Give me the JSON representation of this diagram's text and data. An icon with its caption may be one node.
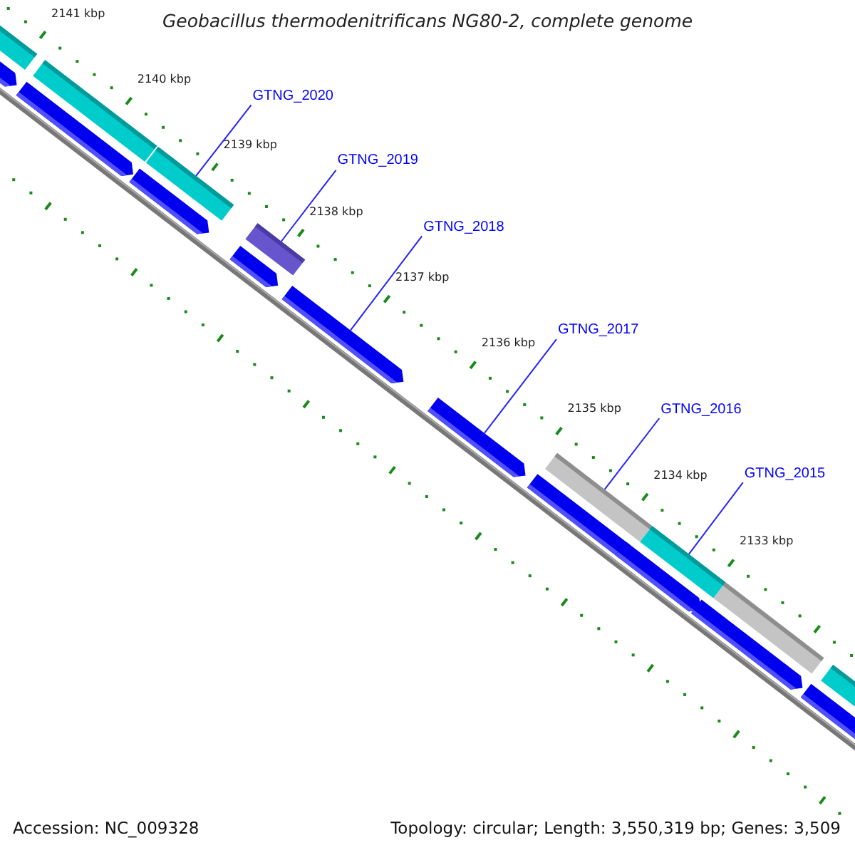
{
  "diagram": {
    "title": "Geobacillus thermodenitrificans NG80-2, complete genome",
    "nodes": [
      {
        "text": [
          "GTNG_2020"
        ]
      },
      {
        "text": [
          "GTNG_2019"
        ]
      },
      {
        "text": [
          "GTNG_2018"
        ]
      },
      {
        "text": [
          "GTNG_2017"
        ]
      },
      {
        "text": [
          "GTNG_2016"
        ]
      },
      {
        "text": [
          "GTNG_2015"
        ]
      },
      {
        "text": [],
        "shape": "bar"
      },
      {
        "text": [],
        "shape": "arrow"
      },
      {
        "text": [],
        "shape": "arrow"
      },
      {
        "text": [],
        "shape": "bar"
      },
      {
        "text": [],
        "shape": "arrow"
      },
      {
        "text": [],
        "shape": "bar"
      },
      {
        "text": [],
        "shape": "bar"
      },
      {
        "text": [],
        "shape": "arrow"
      },
      {
        "text": [],
        "shape": "arrow"
      },
      {
        "text": [],
        "shape": "arrow"
      },
      {
        "text": [],
        "shape": "bar"
      },
      {
        "text": [],
        "shape": "arrow"
      },
      {
        "text": [],
        "shape": "arrow"
      },
      {
        "text": [],
        "shape": "bar"
      },
      {
        "text": [],
        "shape": "arrow"
      },
      {
        "text": [],
        "shape": "bar"
      },
      {
        "text": [],
        "shape": "arrow"
      },
      {
        "text": [],
        "shape": "bar"
      }
    ],
    "edges": [
      {
        "from": 0,
        "to": 11,
        "arrow": "none"
      },
      {
        "from": 1,
        "to": 12,
        "arrow": "none"
      },
      {
        "from": 2,
        "to": 14,
        "arrow": "none"
      },
      {
        "from": 3,
        "to": 15,
        "arrow": "none"
      },
      {
        "from": 4,
        "to": 16,
        "arrow": "none"
      },
      {
        "from": 5,
        "to": 19,
        "arrow": "none"
      }
    ],
    "labels": [
      "2141 kbp",
      "2140 kbp",
      "2139 kbp",
      "2138 kbp",
      "2137 kbp",
      "2136 kbp",
      "2135 kbp",
      "2134 kbp",
      "2133 kbp",
      "Accession: NC_009328",
      "Topology: circular; Length: 3,550,319 bp; Genes: 3,509"
    ]
  }
}
